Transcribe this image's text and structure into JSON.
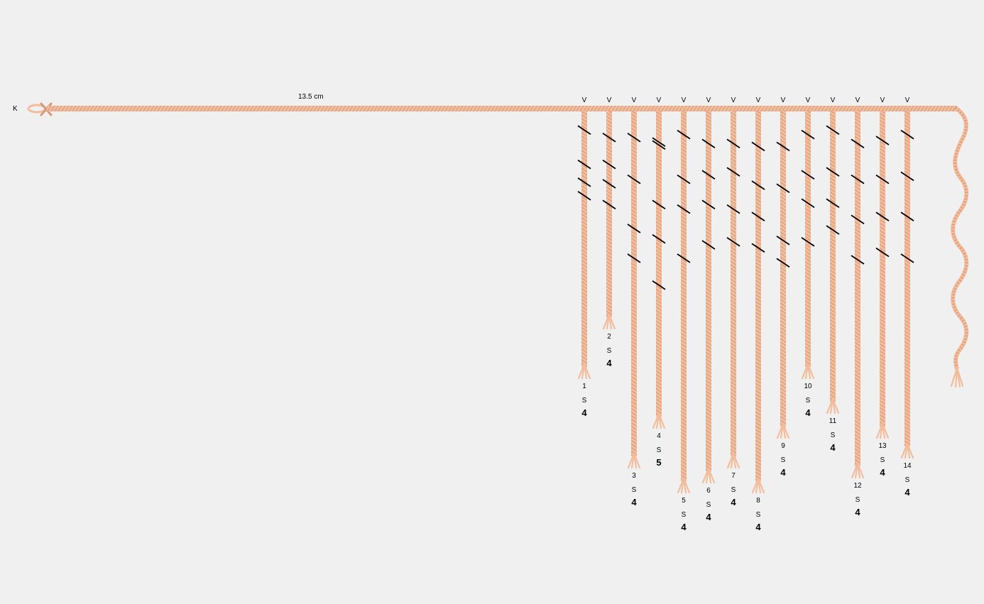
{
  "primary_cord": {
    "start_label": "K",
    "length_label": "13.5 cm",
    "color": "#f2bd9c",
    "stripe_color": "#d89a7a"
  },
  "knot_color": "#000000",
  "cords": [
    {
      "number": "1",
      "type": "S",
      "value": "4",
      "attachment": "V",
      "length": 0.53,
      "knots": [
        0.13,
        0.36,
        0.48,
        0.57
      ]
    },
    {
      "number": "2",
      "type": "S",
      "value": "4",
      "attachment": "V",
      "length": 0.43,
      "knots": [
        0.18,
        0.36,
        0.49,
        0.63
      ]
    },
    {
      "number": "3",
      "type": "S",
      "value": "4",
      "attachment": "V",
      "length": 0.71,
      "knots": [
        0.18,
        0.46,
        0.79,
        0.99
      ]
    },
    {
      "number": "4",
      "type": "S",
      "value": "5",
      "attachment": "V",
      "length": 0.63,
      "knots": [
        0.21,
        0.23,
        0.63,
        0.86,
        1.17
      ]
    },
    {
      "number": "5",
      "type": "S",
      "value": "4",
      "attachment": "V",
      "length": 0.76,
      "knots": [
        0.16,
        0.46,
        0.66,
        0.99
      ]
    },
    {
      "number": "6",
      "type": "S",
      "value": "4",
      "attachment": "V",
      "length": 0.74,
      "knots": [
        0.22,
        0.43,
        0.63,
        0.9
      ]
    },
    {
      "number": "7",
      "type": "S",
      "value": "4",
      "attachment": "V",
      "length": 0.71,
      "knots": [
        0.22,
        0.41,
        0.66,
        0.88
      ]
    },
    {
      "number": "8",
      "type": "S",
      "value": "4",
      "attachment": "V",
      "length": 0.76,
      "knots": [
        0.24,
        0.5,
        0.71,
        0.92
      ]
    },
    {
      "number": "9",
      "type": "S",
      "value": "4",
      "attachment": "V",
      "length": 0.65,
      "knots": [
        0.24,
        0.52,
        0.87,
        1.02
      ]
    },
    {
      "number": "10",
      "type": "S",
      "value": "4",
      "attachment": "V",
      "length": 0.53,
      "knots": [
        0.16,
        0.43,
        0.62,
        0.88
      ]
    },
    {
      "number": "11",
      "type": "S",
      "value": "4",
      "attachment": "V",
      "length": 0.6,
      "knots": [
        0.13,
        0.41,
        0.62,
        0.8
      ]
    },
    {
      "number": "12",
      "type": "S",
      "value": "4",
      "attachment": "V",
      "length": 0.73,
      "knots": [
        0.22,
        0.46,
        0.73,
        1.0
      ]
    },
    {
      "number": "13",
      "type": "S",
      "value": "4",
      "attachment": "V",
      "length": 0.65,
      "knots": [
        0.2,
        0.46,
        0.71,
        0.95
      ]
    },
    {
      "number": "14",
      "type": "S",
      "value": "4",
      "attachment": "V",
      "length": 0.69,
      "knots": [
        0.16,
        0.44,
        0.71,
        0.99
      ]
    }
  ]
}
